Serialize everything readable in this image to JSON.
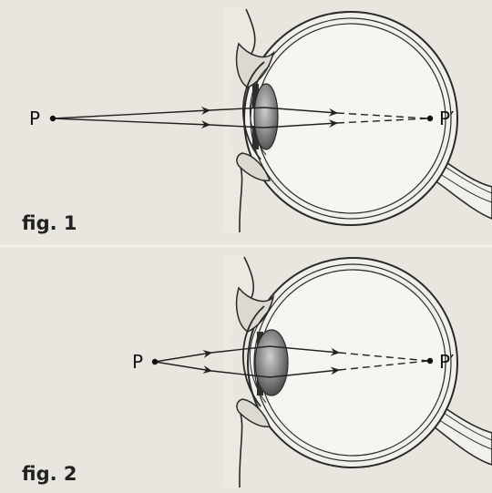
{
  "figures": [
    {
      "caption": "fig. 1",
      "object_label": "P",
      "image_label": "P′"
    },
    {
      "caption": "fig. 2",
      "object_label": "P",
      "image_label": "P′"
    }
  ],
  "colors": {
    "background": "#e9e6df",
    "outline": "#2a2a2a",
    "lens": "#7a7a7a",
    "eye_fill": "#f2f0eb"
  }
}
